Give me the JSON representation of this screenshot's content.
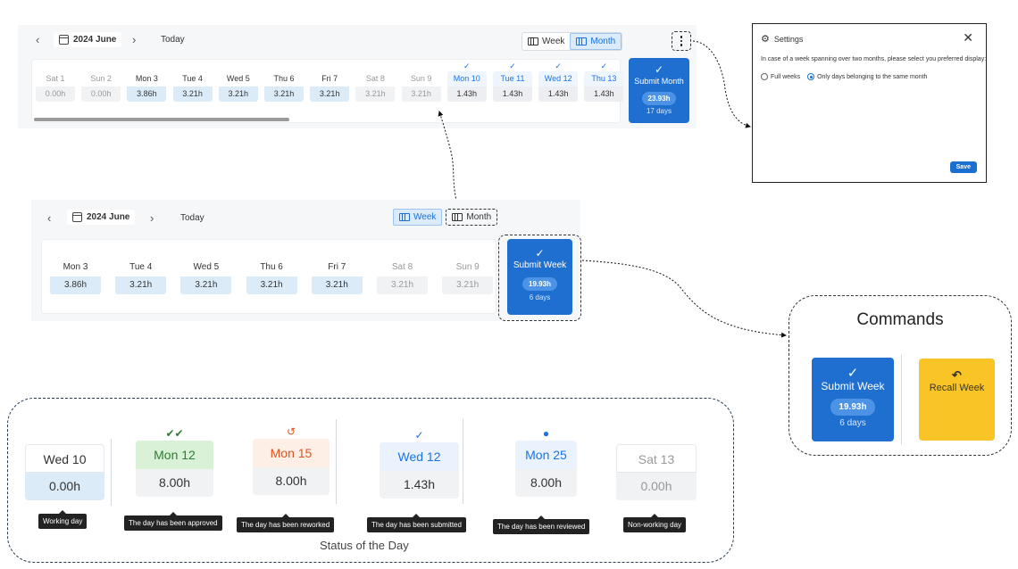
{
  "month_view": {
    "nav_prev": "‹",
    "nav_next": "›",
    "period": "2024 June",
    "today": "Today",
    "view_week": "Week",
    "view_month": "Month",
    "days": [
      {
        "name": "Sat 1",
        "hours": "0.00h",
        "kind": "weekend",
        "submitted": false
      },
      {
        "name": "Sun 2",
        "hours": "0.00h",
        "kind": "weekend",
        "submitted": false
      },
      {
        "name": "Mon 3",
        "hours": "3.86h",
        "kind": "workday",
        "submitted": false
      },
      {
        "name": "Tue 4",
        "hours": "3.21h",
        "kind": "workday",
        "submitted": false
      },
      {
        "name": "Wed 5",
        "hours": "3.21h",
        "kind": "workday",
        "submitted": false
      },
      {
        "name": "Thu 6",
        "hours": "3.21h",
        "kind": "workday",
        "submitted": false
      },
      {
        "name": "Fri 7",
        "hours": "3.21h",
        "kind": "workday",
        "submitted": false
      },
      {
        "name": "Sat 8",
        "hours": "3.21h",
        "kind": "weekend",
        "submitted": false
      },
      {
        "name": "Sun 9",
        "hours": "3.21h",
        "kind": "weekend",
        "submitted": false
      },
      {
        "name": "Mon 10",
        "hours": "1.43h",
        "kind": "submitted",
        "submitted": true
      },
      {
        "name": "Tue 11",
        "hours": "1.43h",
        "kind": "submitted",
        "submitted": true
      },
      {
        "name": "Wed 12",
        "hours": "1.43h",
        "kind": "submitted",
        "submitted": true
      },
      {
        "name": "Thu 13",
        "hours": "1.43h",
        "kind": "submitted",
        "submitted": true
      }
    ],
    "submit": {
      "label": "Submit Month",
      "total": "23.93h",
      "days": "17 days"
    }
  },
  "settings": {
    "title": "Settings",
    "close": "✕",
    "description": "In case of a week spanning over two months, please select you preferred display:",
    "option_full": "Full weeks",
    "option_same_month": "Only days belonging to the same month",
    "selected": "same_month",
    "save": "Save"
  },
  "week_view": {
    "nav_prev": "‹",
    "nav_next": "›",
    "period": "2024 June",
    "today": "Today",
    "view_week": "Week",
    "view_month": "Month",
    "days": [
      {
        "name": "Mon 3",
        "hours": "3.86h",
        "kind": "workday"
      },
      {
        "name": "Tue 4",
        "hours": "3.21h",
        "kind": "workday"
      },
      {
        "name": "Wed 5",
        "hours": "3.21h",
        "kind": "workday"
      },
      {
        "name": "Thu 6",
        "hours": "3.21h",
        "kind": "workday"
      },
      {
        "name": "Fri 7",
        "hours": "3.21h",
        "kind": "workday"
      },
      {
        "name": "Sat 8",
        "hours": "3.21h",
        "kind": "weekend"
      },
      {
        "name": "Sun 9",
        "hours": "3.21h",
        "kind": "weekend"
      }
    ],
    "submit": {
      "label": "Submit Week",
      "total": "19.93h",
      "days": "6 days"
    }
  },
  "commands": {
    "title": "Commands",
    "submit": {
      "label": "Submit Week",
      "total": "19.93h",
      "days": "6 days"
    },
    "recall": {
      "label": "Recall Week"
    }
  },
  "status_legend": {
    "caption": "Status of the Day",
    "items": [
      {
        "name": "Wed 10",
        "hours": "0.00h",
        "icon": "",
        "tooltip": "Working day",
        "name_color": "#333333",
        "name_bg": "#ffffff",
        "hours_bg": "#dcebf8",
        "icon_color": "#333333"
      },
      {
        "name": "Mon 12",
        "hours": "8.00h",
        "icon": "✔✔",
        "tooltip": "The day has been approved",
        "name_color": "#2e7d32",
        "name_bg": "#d9f1d6",
        "hours_bg": "#f1f2f4",
        "icon_color": "#2e7d32"
      },
      {
        "name": "Mon 15",
        "hours": "8.00h",
        "icon": "↺",
        "tooltip": "The day has been reworked",
        "name_color": "#e0541f",
        "name_bg": "#fdeee6",
        "hours_bg": "#f1f2f4",
        "icon_color": "#e0541f"
      },
      {
        "name": "Wed 12",
        "hours": "1.43h",
        "icon": "✓",
        "tooltip": "The day has been submitted",
        "name_color": "#1a73e8",
        "name_bg": "#eaf3fd",
        "hours_bg": "#f1f2f4",
        "icon_color": "#1a73e8"
      },
      {
        "name": "Mon 25",
        "hours": "8.00h",
        "icon": "●",
        "tooltip": "The day has been reviewed",
        "name_color": "#1a73e8",
        "name_bg": "#eaf3fd",
        "hours_bg": "#f1f2f4",
        "icon_color": "#1a73e8"
      },
      {
        "name": "Sat 13",
        "hours": "0.00h",
        "icon": "",
        "tooltip": "Non-working day",
        "name_color": "#999999",
        "name_bg": "#ffffff",
        "hours_bg": "#f1f2f4",
        "icon_color": "#999999"
      }
    ]
  },
  "colors": {
    "primary": "#1f6fd0",
    "recall": "#f9c526"
  }
}
